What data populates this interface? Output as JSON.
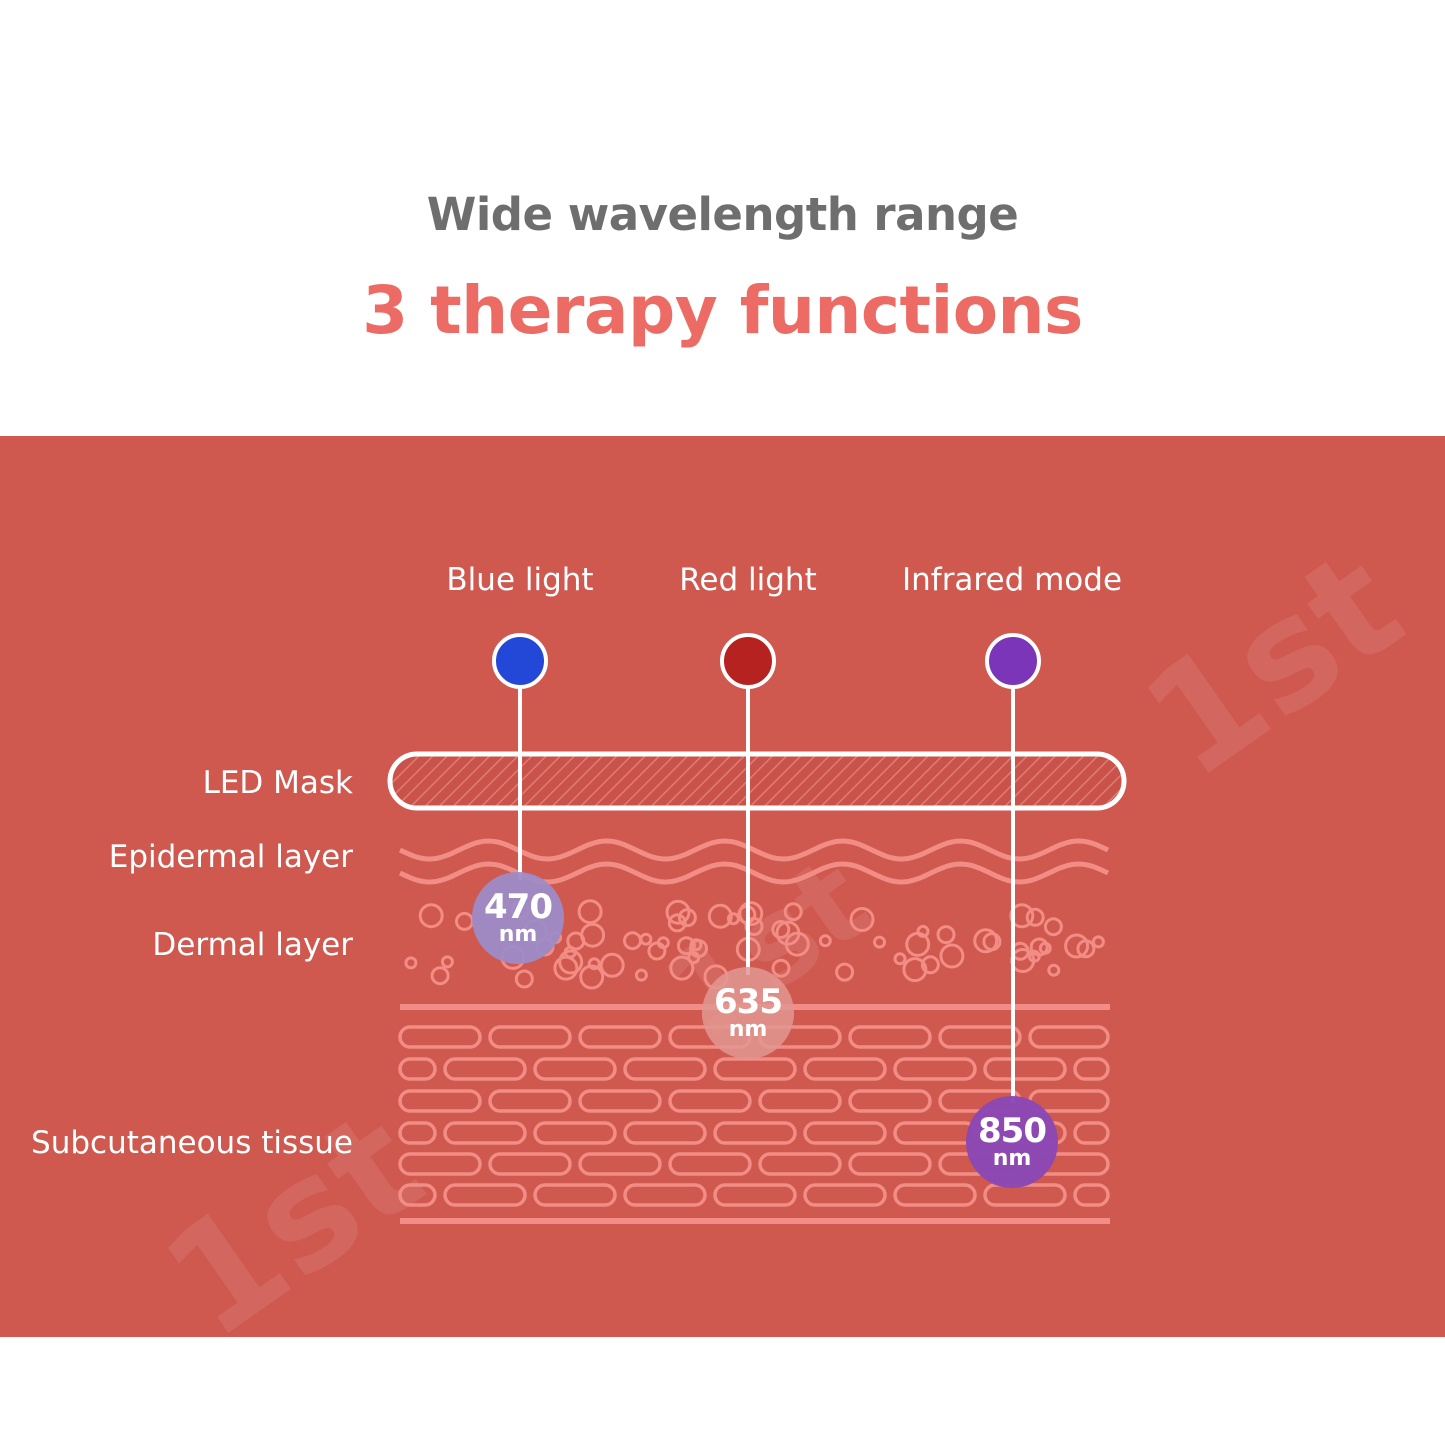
{
  "header": {
    "subtitle": "Wide wavelength range",
    "title": "3 therapy functions"
  },
  "modes": [
    {
      "label": "Blue light",
      "color": "#2347d6",
      "wavelength": "470",
      "unit": "nm",
      "bubble_color": "#9c8cc6"
    },
    {
      "label": "Red light",
      "color": "#b52220",
      "wavelength": "635",
      "unit": "nm",
      "bubble_color": "#dc8c86"
    },
    {
      "label": "Infrared mode",
      "color": "#7a35b8",
      "wavelength": "850",
      "unit": "nm",
      "bubble_color": "#8a48b5"
    }
  ],
  "layers": {
    "led_mask": "LED Mask",
    "epidermal": "Epidermal layer",
    "dermal": "Dermal layer",
    "subcutaneous": "Subcutaneous tissue"
  },
  "colors": {
    "panel_bg": "#cf584f",
    "title": "#ec6b64",
    "subtitle": "#6e6e6e",
    "tissue_line": "#f28d85"
  },
  "watermark": "1st"
}
